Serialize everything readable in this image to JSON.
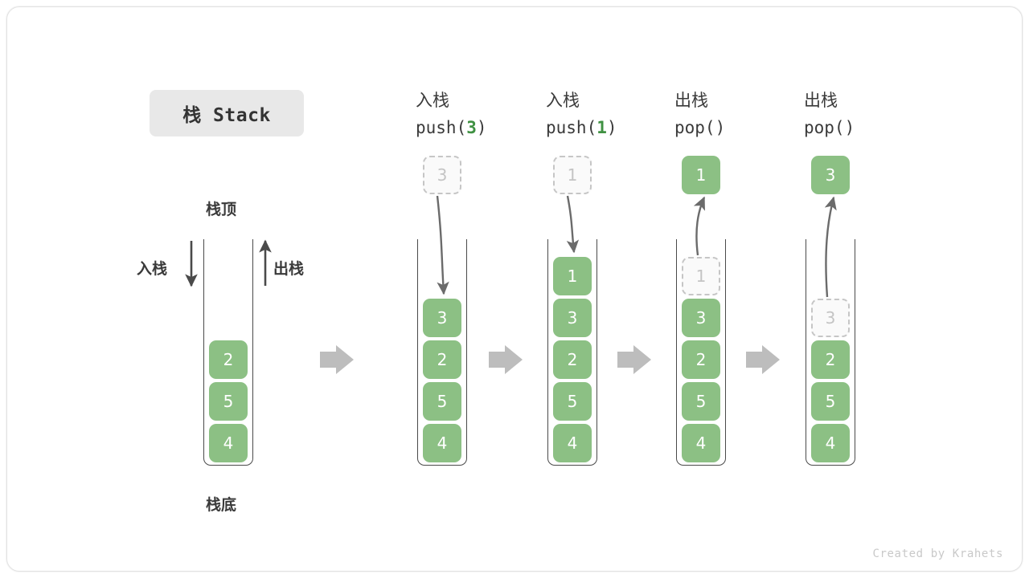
{
  "diagram": {
    "title_chip": "栈 Stack",
    "footer": "Created by Krahets",
    "accent_green": "#8cc084",
    "accent_green_text": "#3f9142",
    "ghost_gray": "#c4c4c4",
    "outline_gray": "#4a4a4a",
    "step_arrow_gray": "#bdbdbd"
  },
  "legend": {
    "top_label": "栈顶",
    "bottom_label": "栈底",
    "push_label": "入栈",
    "pop_label": "出栈"
  },
  "base_stack": {
    "cells": [
      "2",
      "5",
      "4"
    ]
  },
  "steps": [
    {
      "id": "push-3",
      "head_line1": "入栈",
      "head_line2_pre": "push(",
      "head_line2_value": "3",
      "head_line2_post": ")",
      "floating_cell": {
        "value": "3",
        "style": "ghost"
      },
      "cells": [
        {
          "value": "3",
          "style": "solid"
        },
        {
          "value": "2",
          "style": "solid"
        },
        {
          "value": "5",
          "style": "solid"
        },
        {
          "value": "4",
          "style": "solid"
        }
      ],
      "arrow_direction": "down"
    },
    {
      "id": "push-1",
      "head_line1": "入栈",
      "head_line2_pre": "push(",
      "head_line2_value": "1",
      "head_line2_post": ")",
      "floating_cell": {
        "value": "1",
        "style": "ghost"
      },
      "cells": [
        {
          "value": "1",
          "style": "solid"
        },
        {
          "value": "3",
          "style": "solid"
        },
        {
          "value": "2",
          "style": "solid"
        },
        {
          "value": "5",
          "style": "solid"
        },
        {
          "value": "4",
          "style": "solid"
        }
      ],
      "arrow_direction": "down"
    },
    {
      "id": "pop-1",
      "head_line1": "出栈",
      "head_line2_pre": "pop(",
      "head_line2_value": "",
      "head_line2_post": ")",
      "floating_cell": {
        "value": "1",
        "style": "solid"
      },
      "cells": [
        {
          "value": "1",
          "style": "ghost"
        },
        {
          "value": "3",
          "style": "solid"
        },
        {
          "value": "2",
          "style": "solid"
        },
        {
          "value": "5",
          "style": "solid"
        },
        {
          "value": "4",
          "style": "solid"
        }
      ],
      "arrow_direction": "up"
    },
    {
      "id": "pop-3",
      "head_line1": "出栈",
      "head_line2_pre": "pop(",
      "head_line2_value": "",
      "head_line2_post": ")",
      "floating_cell": {
        "value": "3",
        "style": "solid"
      },
      "cells": [
        {
          "value": "3",
          "style": "ghost"
        },
        {
          "value": "2",
          "style": "solid"
        },
        {
          "value": "5",
          "style": "solid"
        },
        {
          "value": "4",
          "style": "solid"
        }
      ],
      "arrow_direction": "up"
    }
  ]
}
